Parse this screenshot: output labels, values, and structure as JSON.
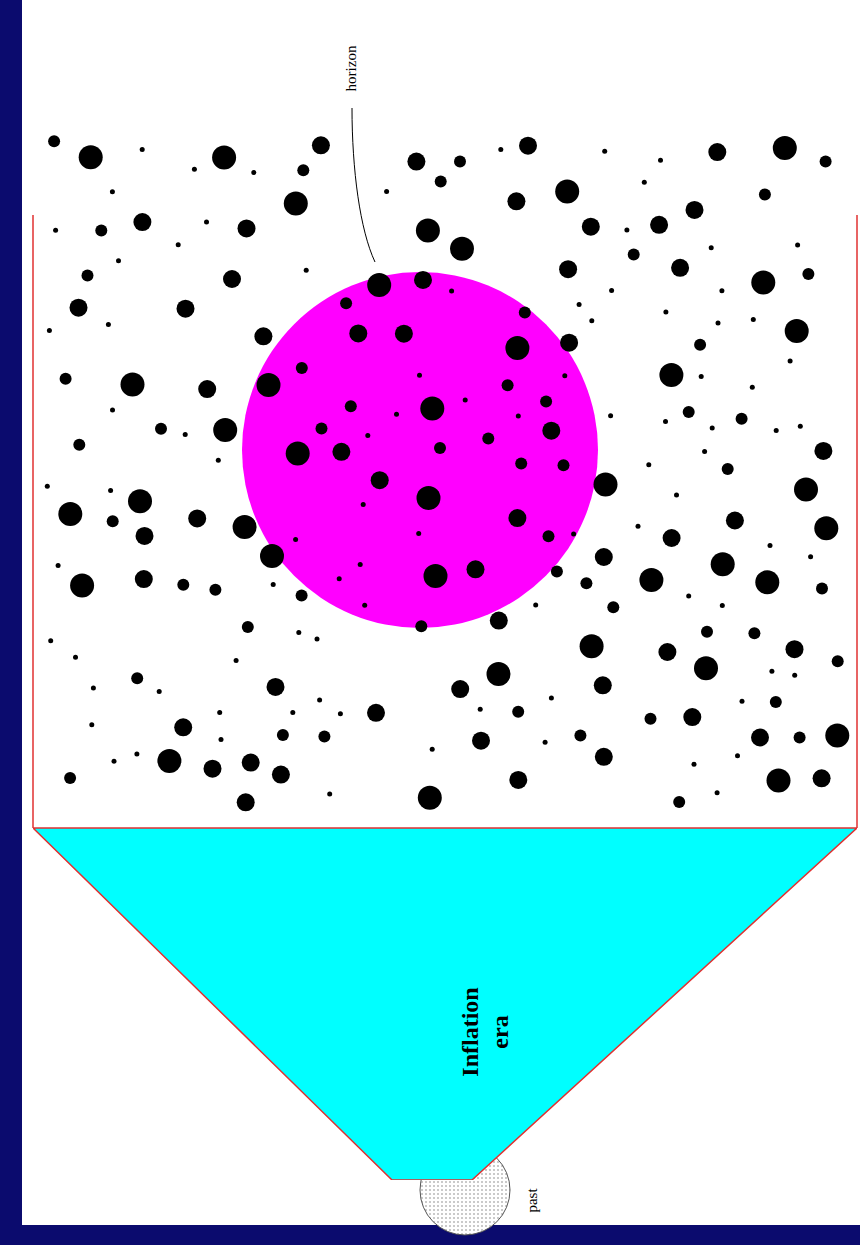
{
  "diagram": {
    "nodes": [
      {
        "text": [
          "Inflation era"
        ]
      }
    ],
    "labels": [
      "horizon",
      "past"
    ]
  }
}
